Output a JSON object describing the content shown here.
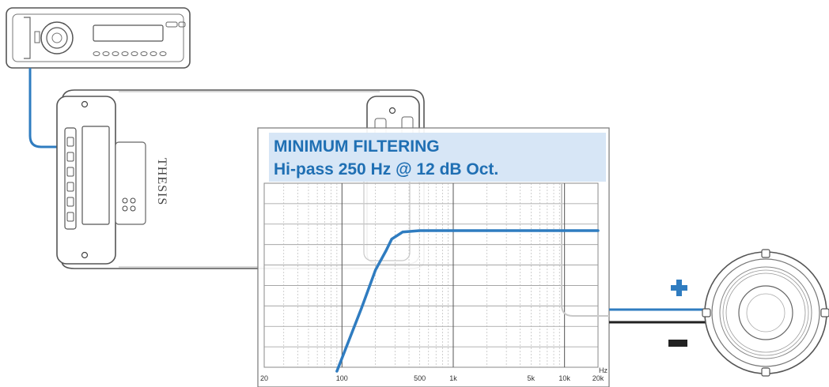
{
  "headunit": {
    "name": "car stereo head unit"
  },
  "amplifier": {
    "brand": "THESIS"
  },
  "chart_data": {
    "type": "line",
    "title": "MINIMUM FILTERING",
    "subtitle": "Hi-pass 250 Hz @ 12 dB Oct.",
    "x_unit": "Hz",
    "x_scale": "log",
    "xlim": [
      20,
      20000
    ],
    "x_ticks": [
      {
        "value": 20,
        "label": "20"
      },
      {
        "value": 100,
        "label": "100"
      },
      {
        "value": 500,
        "label": "500"
      },
      {
        "value": 1000,
        "label": "1k"
      },
      {
        "value": 5000,
        "label": "5k"
      },
      {
        "value": 10000,
        "label": "10k"
      },
      {
        "value": 20000,
        "label": "20k"
      }
    ],
    "y_levels": 9,
    "curve": {
      "color": "#2f7cc0",
      "x": [
        90,
        150,
        200,
        250,
        280,
        350,
        500,
        1000,
        5000,
        20000
      ],
      "y": [
        0.0,
        0.45,
        0.72,
        0.86,
        0.94,
        0.99,
        1.0,
        1.0,
        1.0,
        1.0
      ]
    },
    "grid": true
  },
  "speaker": {
    "plus_label": "+",
    "minus_label": "−",
    "plus_color": "#2f7cc0",
    "minus_color": "#222222"
  }
}
